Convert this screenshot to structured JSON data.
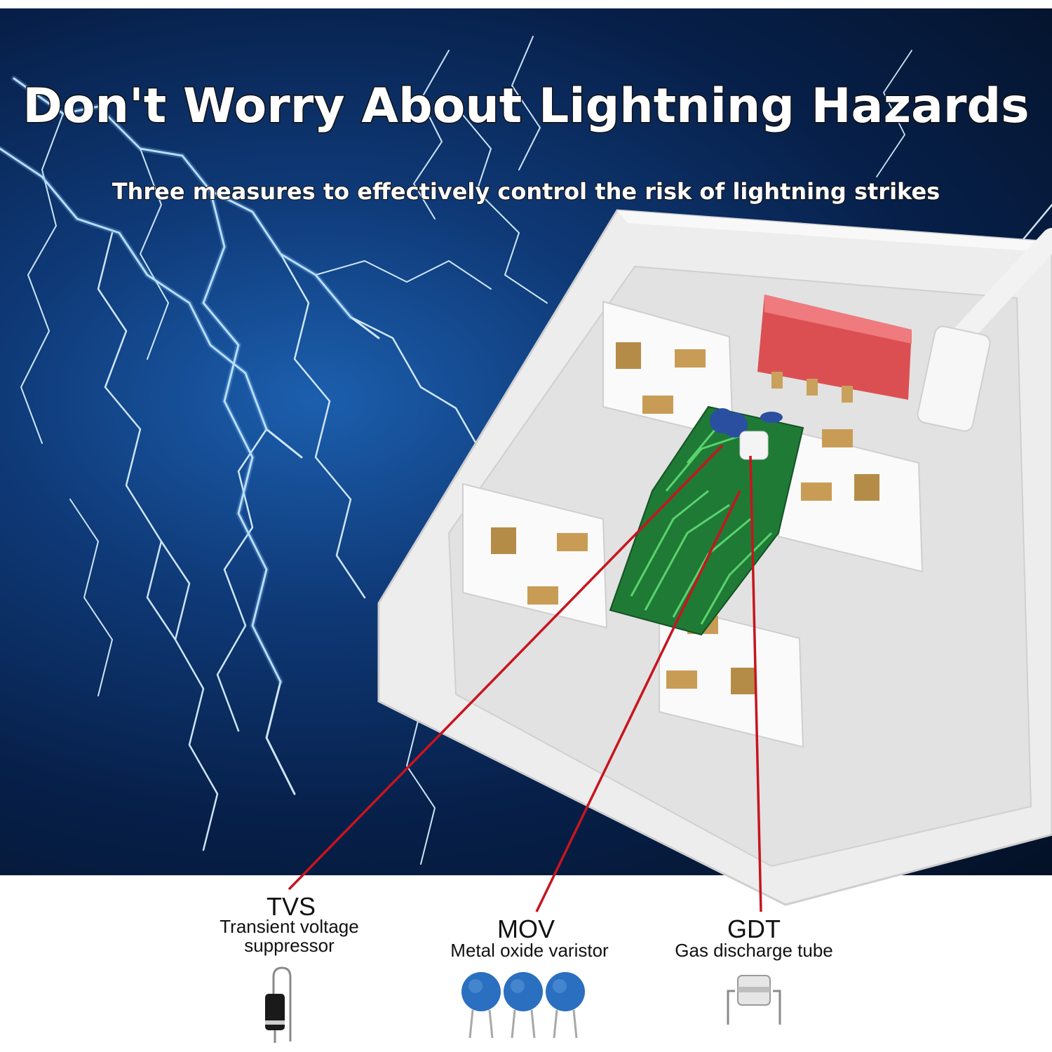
{
  "headline": "Don't Worry About Lightning Hazards",
  "subheadline": "Three measures to effectively control the risk of lightning strikes",
  "components": [
    {
      "abbr": "TVS",
      "name": "Transient voltage suppressor",
      "icon": "tvs-diode-icon"
    },
    {
      "abbr": "MOV",
      "name": "Metal oxide varistor",
      "icon": "varistor-icon"
    },
    {
      "abbr": "GDT",
      "name": "Gas discharge tube",
      "icon": "gas-discharge-tube-icon"
    }
  ],
  "colors": {
    "storm_dark": "#041126",
    "storm_blue": "#1c5fae",
    "lightning": "#cfe8ff",
    "callout_line": "#c8141e",
    "pcb_green": "#1f7a35",
    "switch_red": "#d9353a",
    "varistor_blue": "#2a6fc0"
  }
}
